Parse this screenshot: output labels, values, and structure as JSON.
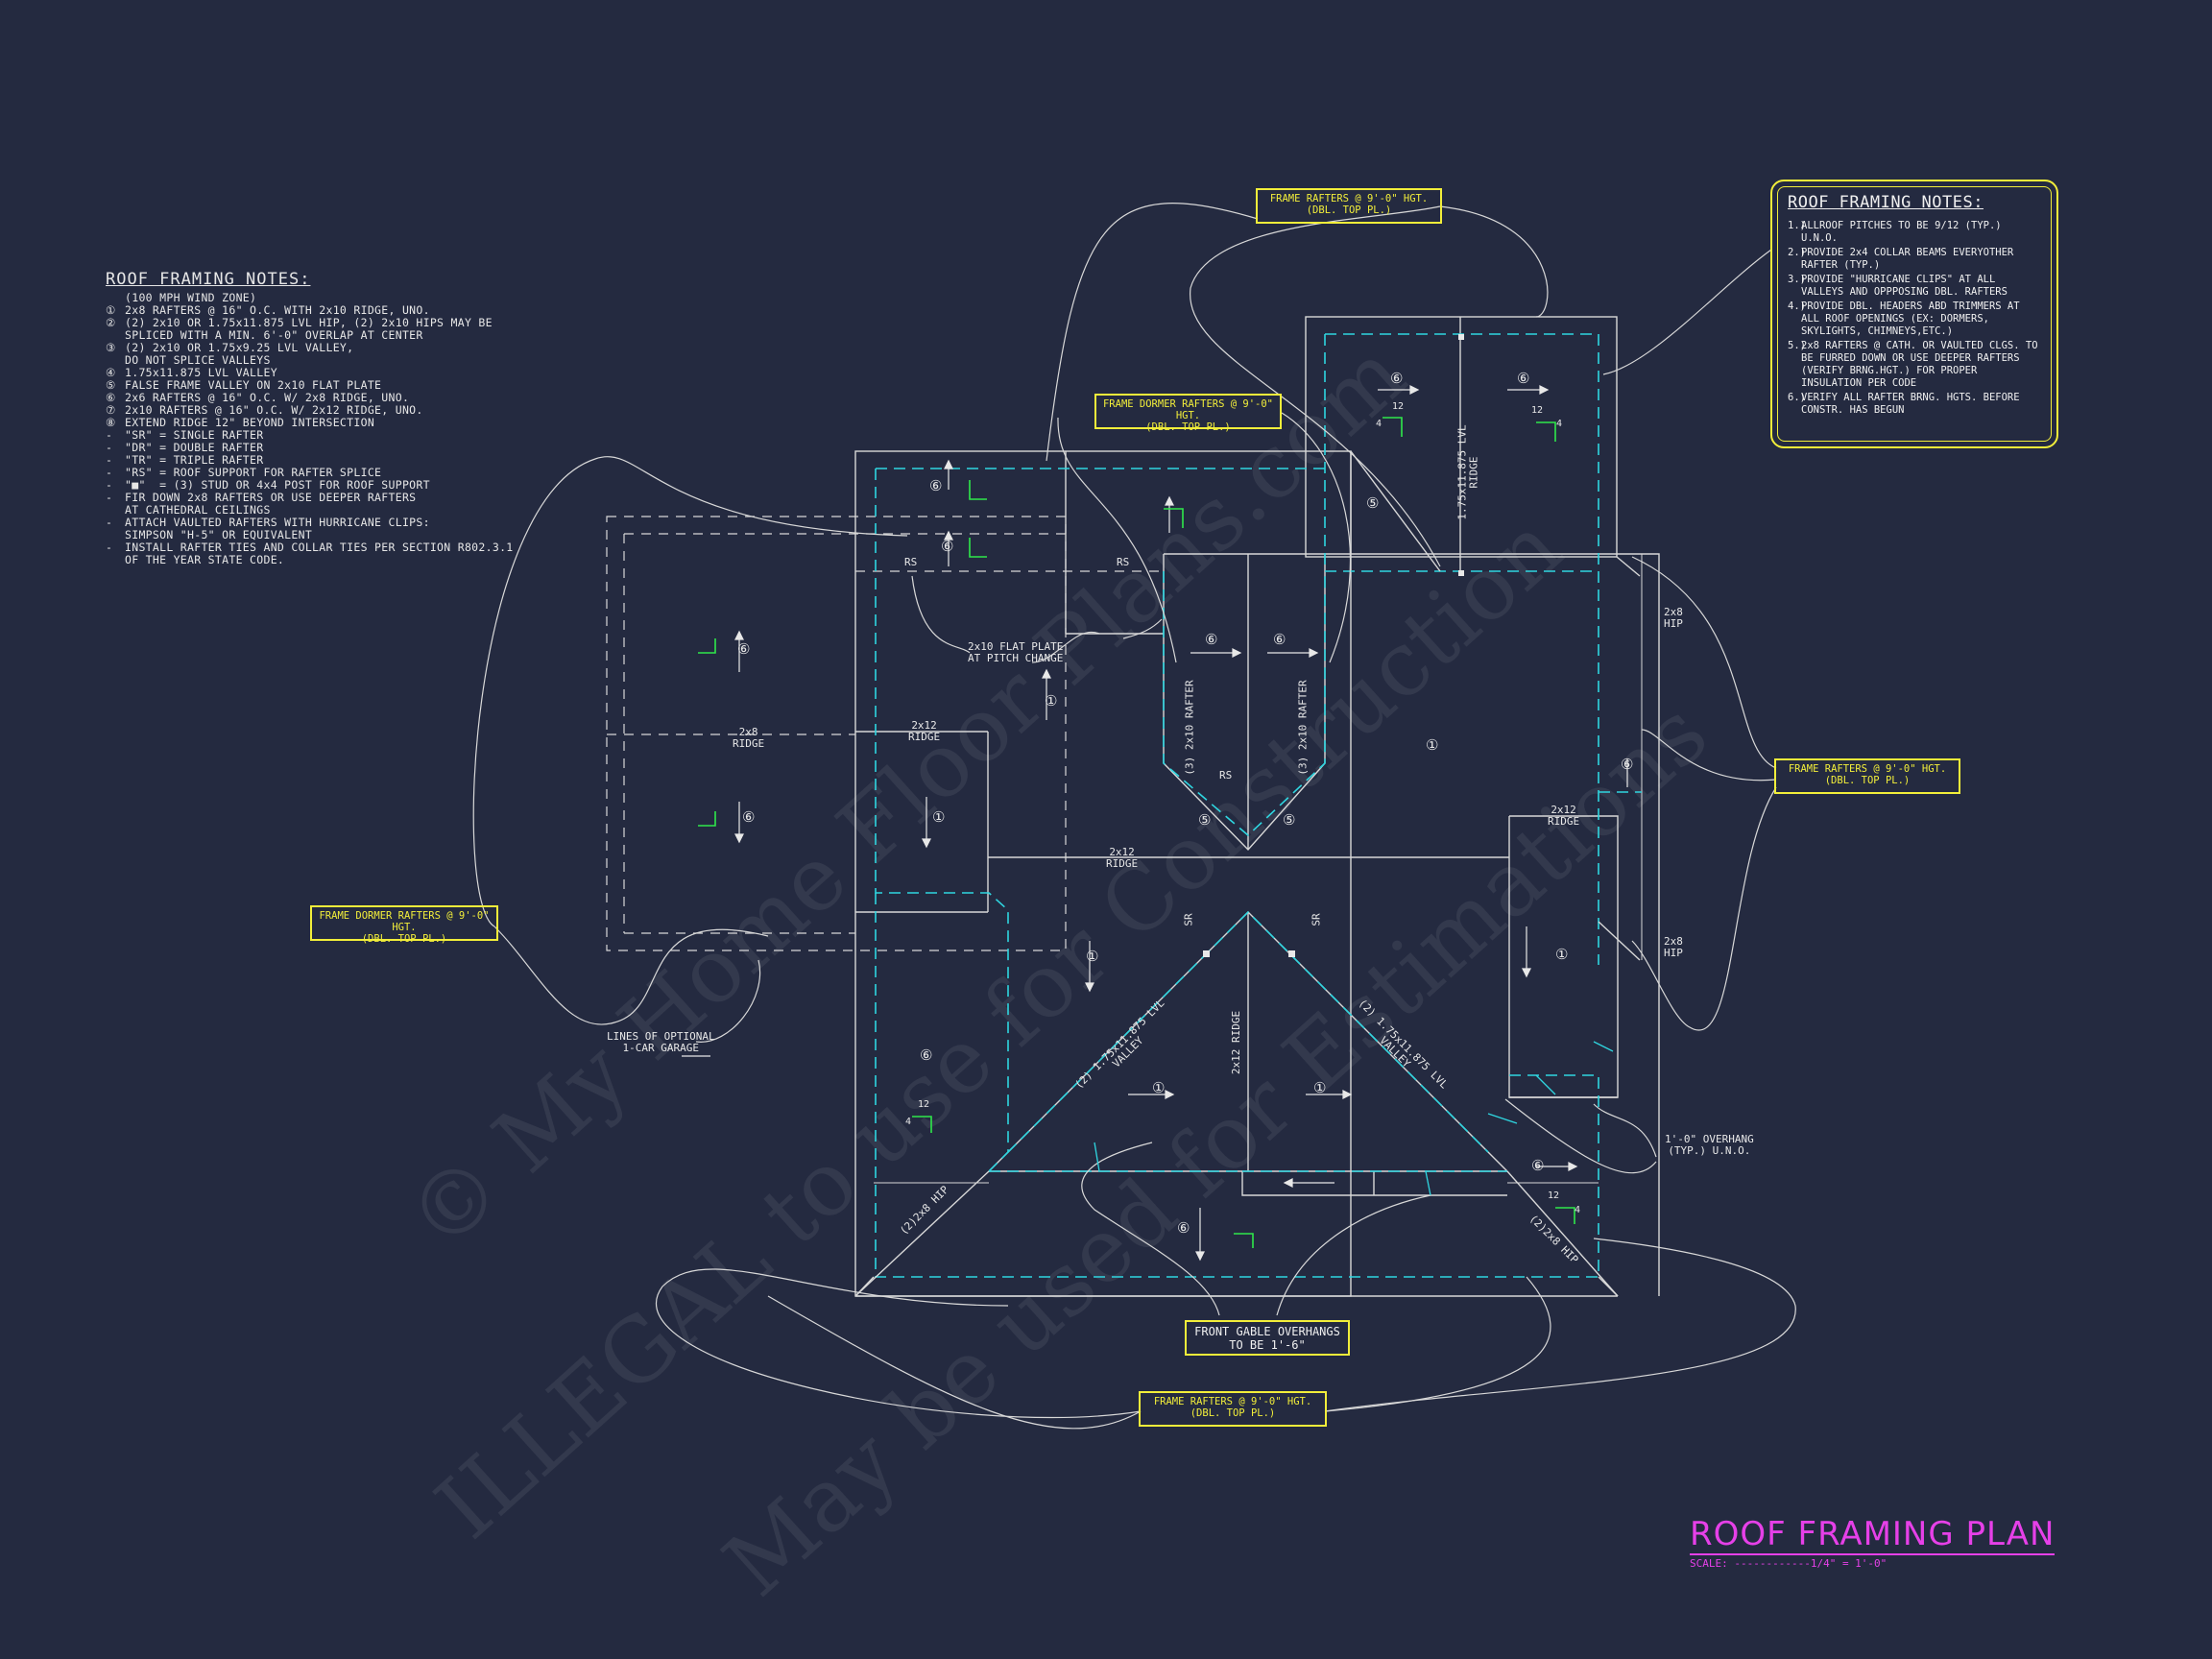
{
  "notes_left": {
    "title": "ROOF FRAMING NOTES:",
    "lines": [
      {
        "mark": "",
        "text": "(100 MPH WIND ZONE)"
      },
      {
        "mark": "①",
        "text": "2x8 RAFTERS @ 16\" O.C. WITH 2x10 RIDGE, UNO."
      },
      {
        "mark": "②",
        "text": "(2) 2x10 OR 1.75x11.875 LVL HIP, (2) 2x10 HIPS MAY BE"
      },
      {
        "mark": "",
        "text": "SPLICED WITH A MIN. 6'-0\" OVERLAP AT CENTER"
      },
      {
        "mark": "③",
        "text": "(2) 2x10 OR 1.75x9.25 LVL VALLEY,"
      },
      {
        "mark": "",
        "text": "DO NOT SPLICE VALLEYS"
      },
      {
        "mark": "④",
        "text": "1.75x11.875 LVL VALLEY"
      },
      {
        "mark": "⑤",
        "text": "FALSE FRAME VALLEY ON 2x10 FLAT PLATE"
      },
      {
        "mark": "⑥",
        "text": "2x6 RAFTERS @ 16\" O.C. W/ 2x8 RIDGE, UNO."
      },
      {
        "mark": "⑦",
        "text": "2x10 RAFTERS @ 16\" O.C. W/ 2x12 RIDGE, UNO."
      },
      {
        "mark": "⑧",
        "text": "EXTEND RIDGE 12\" BEYOND INTERSECTION"
      },
      {
        "mark": "-",
        "text": "\"SR\" = SINGLE RAFTER"
      },
      {
        "mark": "-",
        "text": "\"DR\" = DOUBLE RAFTER"
      },
      {
        "mark": "-",
        "text": "\"TR\" = TRIPLE RAFTER"
      },
      {
        "mark": "-",
        "text": "\"RS\" = ROOF SUPPORT FOR RAFTER SPLICE"
      },
      {
        "mark": "-",
        "text": "\"■\"  = (3) STUD OR 4x4 POST FOR ROOF SUPPORT"
      },
      {
        "mark": "-",
        "text": "FIR DOWN 2x8 RAFTERS OR USE DEEPER RAFTERS"
      },
      {
        "mark": "",
        "text": "AT CATHEDRAL CEILINGS"
      },
      {
        "mark": "-",
        "text": "ATTACH VAULTED RAFTERS WITH HURRICANE CLIPS:"
      },
      {
        "mark": "",
        "text": "SIMPSON \"H-5\" OR EQUIVALENT"
      },
      {
        "mark": "-",
        "text": "INSTALL RAFTER TIES AND COLLAR TIES PER SECTION R802.3.1"
      },
      {
        "mark": "",
        "text": "OF THE YEAR STATE CODE."
      }
    ]
  },
  "notes_right": {
    "title": "ROOF FRAMING NOTES:",
    "items": [
      {
        "no": "1.)",
        "text": "ALLROOF PITCHES TO BE  9/12 (TYP.) U.N.O."
      },
      {
        "no": "2.)",
        "text": "PROVIDE 2x4 COLLAR BEAMS EVERYOTHER RAFTER (TYP.)"
      },
      {
        "no": "3.)",
        "text": "PROVIDE \"HURRICANE CLIPS\" AT ALL VALLEYS AND OPPPOSING DBL. RAFTERS"
      },
      {
        "no": "4.)",
        "text": "PROVIDE DBL. HEADERS ABD TRIMMERS AT ALL ROOF OPENINGS (EX: DORMERS, SKYLIGHTS, CHIMNEYS,ETC.)"
      },
      {
        "no": "5.)",
        "text": "2x8 RAFTERS @ CATH. OR VAULTED CLGS. TO BE FURRED DOWN OR USE DEEPER RAFTERS (VERIFY BRNG.HGT.) FOR PROPER INSULATION PER CODE"
      },
      {
        "no": "6.)",
        "text": "VERIFY ALL RAFTER BRNG. HGTS. BEFORE CONSTR. HAS BEGUN"
      }
    ]
  },
  "callouts": {
    "top": {
      "l1": "FRAME RAFTERS @ 9'-0\" HGT.",
      "l2": "(DBL. TOP PL.)"
    },
    "dormer_top": {
      "l1": "FRAME DORMER RAFTERS @ 9'-0\" HGT.",
      "l2": "(DBL. TOP PL.)"
    },
    "right": {
      "l1": "FRAME RAFTERS @ 9'-0\" HGT.",
      "l2": "(DBL. TOP PL.)"
    },
    "dormer_left": {
      "l1": "FRAME DORMER RAFTERS @ 9'-0\" HGT.",
      "l2": "(DBL. TOP PL.)"
    },
    "bottom": {
      "l1": "FRAME RAFTERS @ 9'-0\" HGT.",
      "l2": "(DBL. TOP PL.)"
    },
    "front_gable": {
      "l1": "FRONT GABLE OVERHANGS",
      "l2": "TO BE 1'-6\""
    }
  },
  "labels": {
    "flat_plate": "2x10 FLAT PLATE\nAT PITCH CHANGE",
    "garage": "LINES OF OPTIONAL\n1-CAR GARAGE",
    "overhang": "1'-0\" OVERHANG\n(TYP.) U.N.O.",
    "ridge_2x8": "2x8\nRIDGE",
    "ridge_2x12_a": "2x12\nRIDGE",
    "ridge_2x12_b": "2x12\nRIDGE",
    "ridge_2x12_c": "2x12\nRIDGE",
    "hip_2x8_a": "2x8\nHIP",
    "hip_2x8_b": "2x8\nHIP",
    "rs_a": "RS",
    "rs_b": "RS",
    "rs_c": "RS",
    "lvl_ridge": "1.75x11.875 LVL\nRIDGE",
    "rafter_a": "(3) 2x10 RAFTER",
    "rafter_b": "(3) 2x10 RAFTER",
    "sr": "SR",
    "valley_a": "(2) 1.75x11.875 LVL\nVALLEY",
    "valley_b": "(2) 1.75x11.875 LVL\nVALLEY",
    "ridge_center": "2x12 RIDGE",
    "hip_left": "(2)2x8 HIP",
    "hip_right": "(2)2x8 HIP"
  },
  "symbols": {
    "one": "①",
    "five": "⑤",
    "six": "⑥",
    "pitch_run": "12",
    "pitch_rise": "4"
  },
  "title": {
    "main": "ROOF FRAMING PLAN",
    "scale": "SCALE: ------------1/4\" = 1'-0\""
  },
  "watermark": {
    "l1": "© My Home Floor Plans.com",
    "l2": "ILLEGAL to use for Construction",
    "l3": "May be used for Estimations"
  },
  "colors": {
    "background": "#242a40",
    "plan_line": "#d8d8d8",
    "eave_line": "#2fd6e0",
    "callout": "#f2ee3a",
    "title": "#e640e8",
    "pitch_mark": "#2ee84a"
  }
}
